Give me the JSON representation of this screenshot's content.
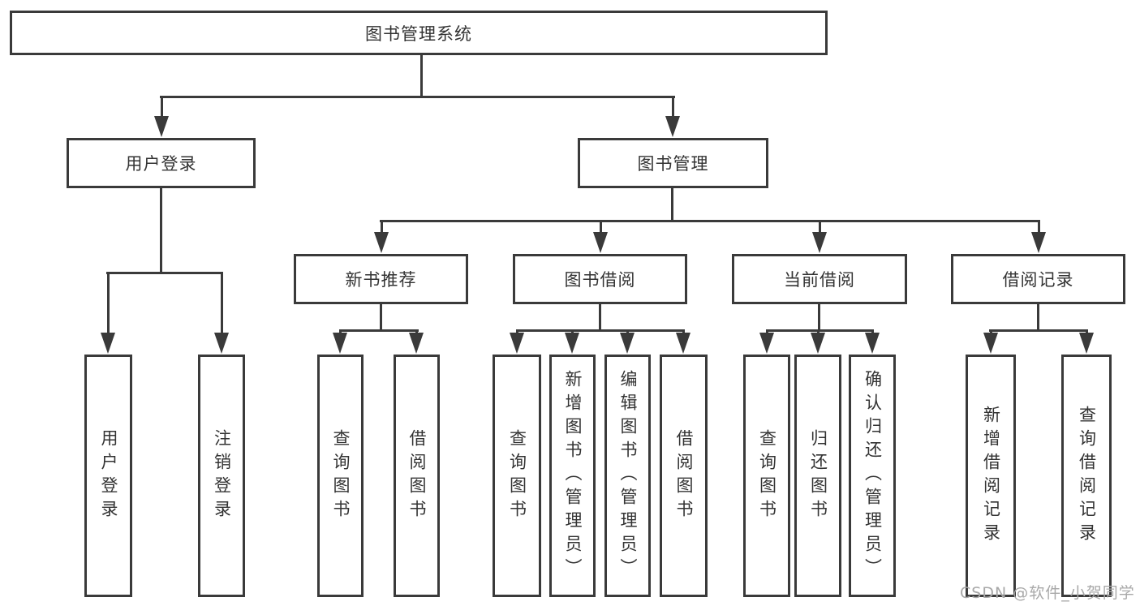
{
  "diagram": {
    "root": {
      "label": "图书管理系统"
    },
    "level2": [
      {
        "label": "用户登录"
      },
      {
        "label": "图书管理"
      }
    ],
    "level3": [
      {
        "label": "新书推荐"
      },
      {
        "label": "图书借阅"
      },
      {
        "label": "当前借阅"
      },
      {
        "label": "借阅记录"
      }
    ],
    "leaves": [
      {
        "label": "用户登录"
      },
      {
        "label": "注销登录"
      },
      {
        "label": "查询图书"
      },
      {
        "label": "借阅图书"
      },
      {
        "label": "查询图书"
      },
      {
        "label": "新增图书（管理员）"
      },
      {
        "label": "编辑图书（管理员）"
      },
      {
        "label": "借阅图书"
      },
      {
        "label": "查询图书"
      },
      {
        "label": "归还图书"
      },
      {
        "label": "确认归还（管理员）"
      },
      {
        "label": "新增借阅记录"
      },
      {
        "label": "查询借阅记录"
      }
    ]
  },
  "watermark": {
    "text": "CSDN @软件_小贺同学"
  },
  "colors": {
    "line": "#3a3a3a",
    "text": "#333333",
    "watermark": "#a8a8a8",
    "background": "#ffffff"
  }
}
